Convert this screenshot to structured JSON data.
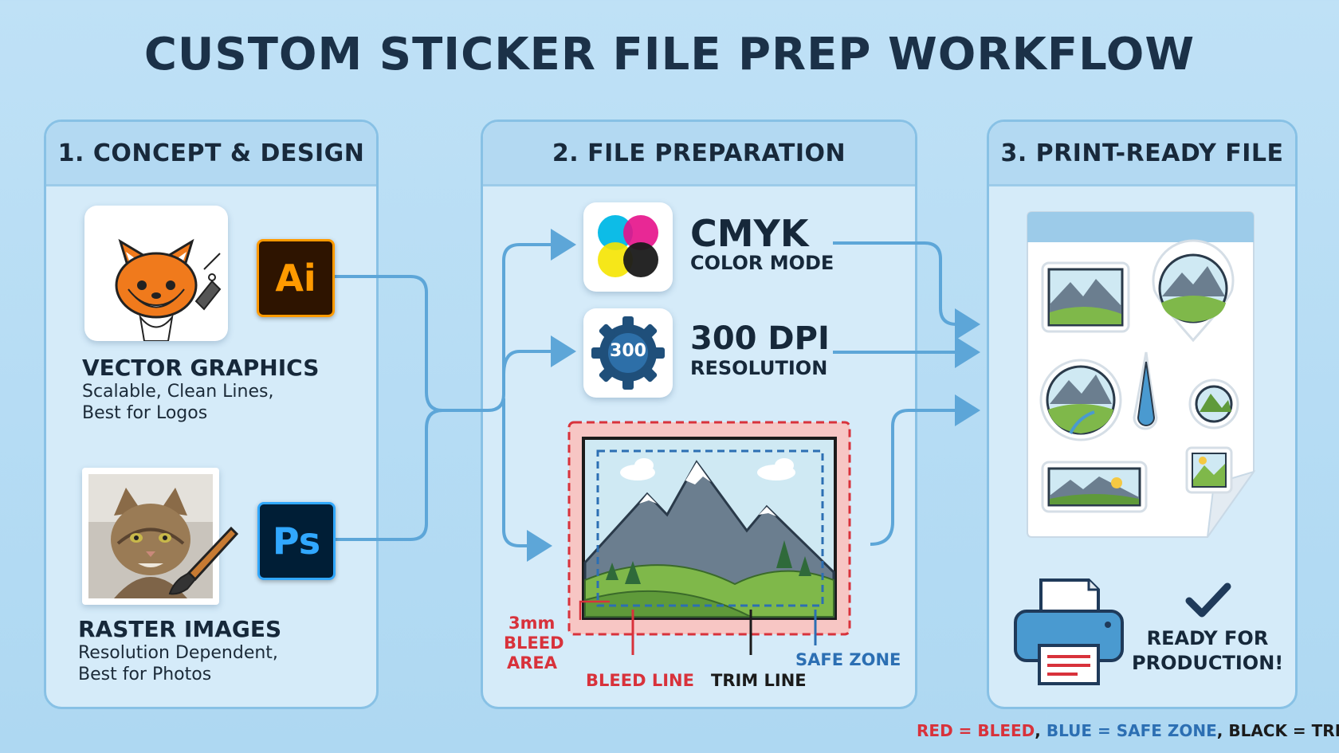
{
  "title": "CUSTOM STICKER FILE PREP WORKFLOW",
  "panels": [
    {
      "heading": "1. CONCEPT & DESIGN"
    },
    {
      "heading": "2. FILE PREPARATION"
    },
    {
      "heading": "3. PRINT-READY FILE"
    }
  ],
  "vector": {
    "title": "VECTOR GRAPHICS",
    "line1": "Scalable, Clean Lines,",
    "line2": "Best for Logos",
    "app": "Ai"
  },
  "raster": {
    "title": "RASTER IMAGES",
    "line1": "Resolution Dependent,",
    "line2": "Best for Photos",
    "app": "Ps"
  },
  "cmyk": {
    "title": "CMYK",
    "subtitle": "COLOR MODE"
  },
  "dpi": {
    "badge": "300",
    "title": "300 DPI",
    "subtitle": "RESOLUTION"
  },
  "bleed": {
    "area_line1": "3mm",
    "area_line2": "BLEED",
    "area_line3": "AREA",
    "bleed_line": "BLEED LINE",
    "trim_line": "TRIM LINE",
    "safe_zone": "SAFE ZONE"
  },
  "ready": {
    "line1": "READY FOR",
    "line2": "PRODUCTION!"
  },
  "legend": {
    "red": "RED = BLEED",
    "sep1": ", ",
    "blue": "BLUE = SAFE ZONE",
    "sep2": ", ",
    "black": "BLACK = TRIM"
  },
  "colors": {
    "red": "#d8323b",
    "blue": "#2c6fb3",
    "black": "#1b1b1b",
    "ai_bg": "#2e1400",
    "ai_fg": "#ff9a00",
    "ps_bg": "#001e36",
    "ps_fg": "#31a8ff",
    "connector": "#5da6d8"
  }
}
